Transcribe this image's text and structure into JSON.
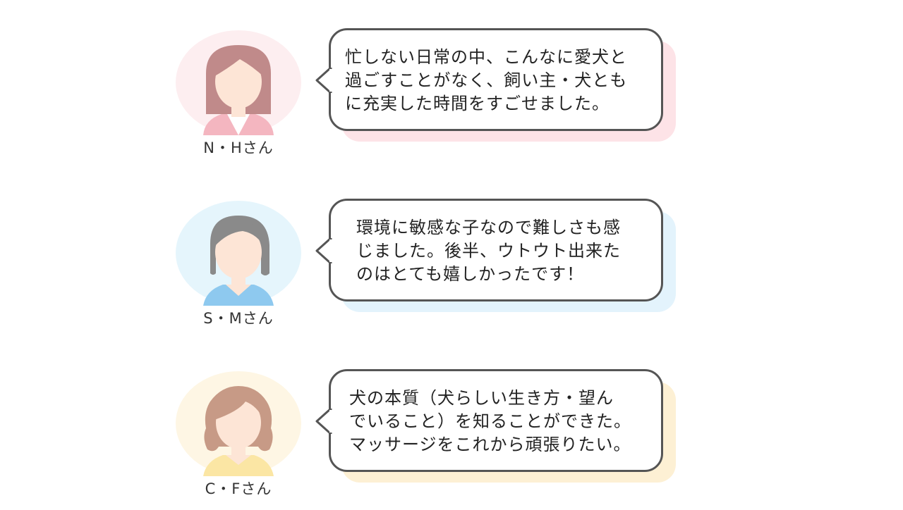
{
  "testimonials": [
    {
      "name": "N・Hさん",
      "comment": "忙しない日常の中、こんなに愛犬と\n過ごすことがなく、飼い主・犬とも\nに充実した時間をすごせました。",
      "circle_color": "#fdeef0",
      "shadow_color": "#fde3e7",
      "hair_color": "#c08a8a",
      "shirt_color": "#f4b6c0"
    },
    {
      "name": "S・Mさん",
      "comment": "環境に敏感な子なので難しさも感\nじました。後半、ウトウト出来た\nのはとても嬉しかったです！",
      "circle_color": "#e5f5fc",
      "shadow_color": "#e3f3fc",
      "hair_color": "#8a8a8a",
      "shirt_color": "#8ec9ef"
    },
    {
      "name": "C・Fさん",
      "comment": "犬の本質（犬らしい生き方・望ん\nでいること）を知ることができた。\nマッサージをこれから頑張りたい。",
      "circle_color": "#fef6e4",
      "shadow_color": "#fdf0d4",
      "hair_color": "#c79a86",
      "shirt_color": "#fbe6a4"
    }
  ]
}
